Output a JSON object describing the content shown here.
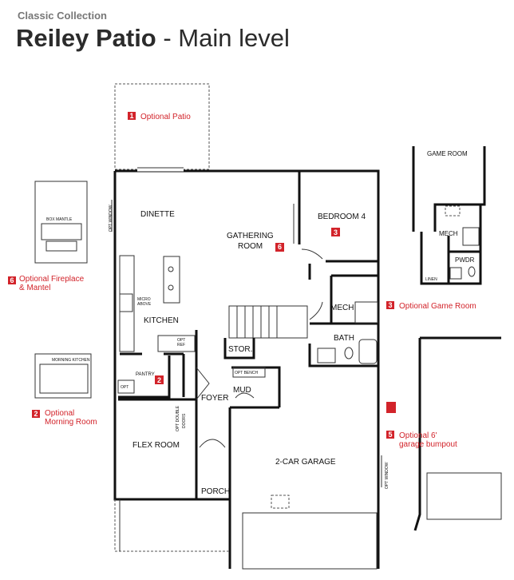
{
  "header": {
    "collection": "Classic Collection",
    "title_bold": "Reiley Patio",
    "title_rest": " - Main level"
  },
  "colors": {
    "accent": "#d2232a",
    "wall": "#111111"
  },
  "rooms": {
    "dinette": "DINETTE",
    "gathering_1": "GATHERING",
    "gathering_2": "ROOM",
    "bedroom4": "BEDROOM 4",
    "kitchen": "KITCHEN",
    "micro_1": "MICRO",
    "micro_2": "ABOVE",
    "pantry": "PANTRY",
    "mech": "MECH",
    "bath": "BATH",
    "stor": "STOR.",
    "mud": "MUD",
    "foyer": "FOYER",
    "flex_room": "FLEX ROOM",
    "porch": "PORCH",
    "garage": "2-CAR GARAGE",
    "game_room": "GAME ROOM",
    "mech_alt": "MECH",
    "pwdr": "PWDR",
    "linen": "LINEN",
    "opt_window_left": "OPT WINDOW",
    "opt_window_garage": "OPT WINDOW",
    "opt_bench": "OPT BENCH",
    "opt_double_1": "OPT DOUBLE",
    "opt_double_2": "DOORS",
    "opt_small_1": "OPT",
    "opt_small_2": "REF",
    "opt_pantry": "OPT",
    "box_mantle": "BOX MANTLE",
    "morning_kitchen": "MORNING KITCHEN"
  },
  "options": [
    {
      "num": "1",
      "line1": "Optional Patio",
      "line2": ""
    },
    {
      "num": "3",
      "line1": "",
      "line2": ""
    },
    {
      "num": "6",
      "line1": "Optional Fireplace",
      "line2": "& Mantel"
    },
    {
      "num": "2",
      "line1": "Optional",
      "line2": "Morning Room"
    },
    {
      "num": "3",
      "line1": "Optional  Game Room",
      "line2": ""
    },
    {
      "num": "5",
      "line1": "Optional 6'",
      "line2": "garage bumpout"
    }
  ],
  "badges": {
    "gathering": "6",
    "bedroom": "3",
    "pantry": "2"
  }
}
